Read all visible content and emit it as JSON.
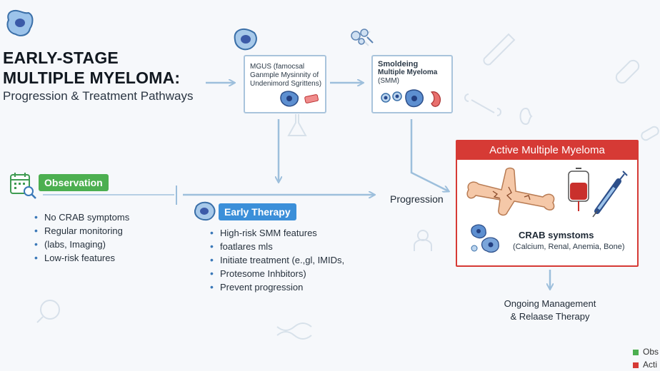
{
  "title": {
    "line1": "EARLY-STAGE",
    "line2": "MULTIPLE MYELOMA:",
    "subtitle": "Progression & Treatment Pathways"
  },
  "mgus": {
    "line1": "MGUS (famocsal",
    "line2": "Ganmple Mysinnity of",
    "line3": "Undenimord Sgrittens)"
  },
  "smm": {
    "line1": "Smoldeing",
    "line2": "Multiple Myeloma",
    "line3": "(SMM)"
  },
  "observation": {
    "label": "Observation",
    "items": [
      "No CRAB symptoms",
      "Regular monitoring",
      "(labs, Imaging)",
      "Low-risk features"
    ]
  },
  "early_therapy": {
    "label": "Early Therapy",
    "items": [
      "High-risk SMM features",
      "foatlares mls",
      "Initiate treatment (e.,gl, IMIDs,",
      "Protesome Inhbitors)",
      "Prevent progression"
    ]
  },
  "progression_label": "Progression",
  "active": {
    "header": "Active Multiple Myeloma",
    "crab_title": "CRAB symstoms",
    "crab_detail": "(Calcium, Renal, Anemia, Bone)"
  },
  "management": {
    "line1": "Ongoing Management",
    "line2": "& Relaase Therapy"
  },
  "legend": [
    {
      "label": "Obs",
      "color": "#4caf50"
    },
    {
      "label": "Acti",
      "color": "#d63a35"
    }
  ],
  "colors": {
    "observation_green": "#4caf50",
    "therapy_blue": "#3b8fd9",
    "active_red": "#d63a35",
    "arrow_blue": "#9dbfdc"
  }
}
